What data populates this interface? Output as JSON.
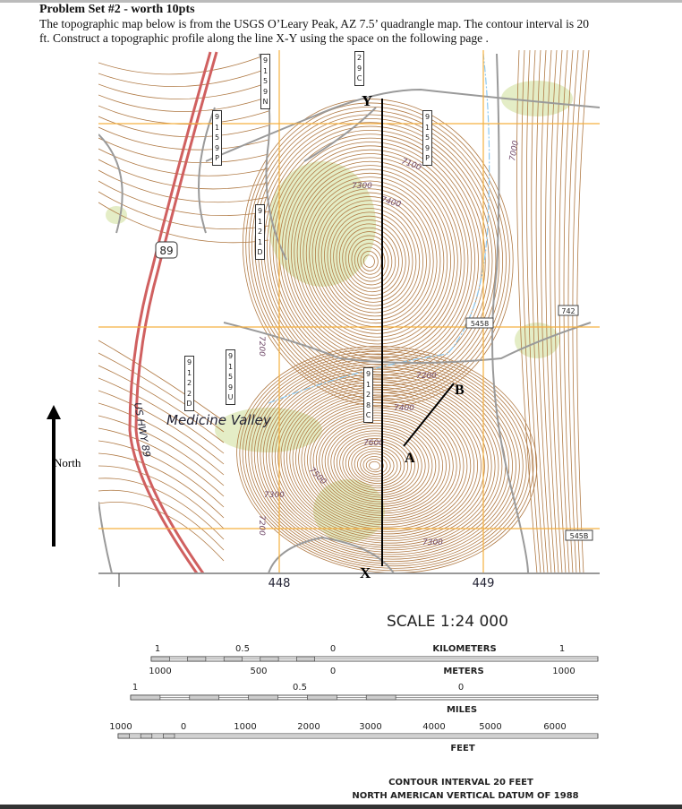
{
  "header": {
    "title": "Problem Set #2 - worth 10pts",
    "line1": "The topographic map below is from the USGS O’Leary Peak, AZ 7.5’ quadrangle map. The contour interval is 20",
    "line2": "ft. Construct a topographic profile along the line X-Y using the space on the following page ."
  },
  "map": {
    "colors": {
      "contour": "#b07a45",
      "grid": "#f5a623",
      "road": "#9a9a9a",
      "highway": "#d06060",
      "vegetation": "#d8e8b0",
      "stream": "#8cc8f0"
    },
    "place_name": "Medicine Valley",
    "highway_label": "US HWY 89",
    "highway_shield": "89",
    "route_markers": [
      "9159N",
      "9159P",
      "9121D",
      "9159P",
      "29C",
      "9122D",
      "9159U",
      "9128C"
    ],
    "box_labels": [
      "5458",
      "742",
      "545B"
    ],
    "contour_labels": [
      "7100",
      "7300",
      "7400",
      "7200",
      "7400",
      "7600",
      "7500",
      "7300",
      "7200",
      "7200",
      "7300",
      "7000"
    ],
    "grid_labels": [
      "448",
      "449"
    ],
    "profile_line": {
      "start": "X",
      "end": "Y"
    },
    "segment": {
      "start": "A",
      "end": "B"
    },
    "north_label": "North"
  },
  "scale": {
    "title": "SCALE 1:24 000",
    "km_labels": [
      "1",
      "0.5",
      "0",
      "1"
    ],
    "km_unit": "KILOMETERS",
    "m_labels": [
      "1000",
      "500",
      "0",
      "1000"
    ],
    "m_unit": "METERS",
    "mi_labels": [
      "1",
      "0.5",
      "0"
    ],
    "mi_unit": "MILES",
    "ft_labels": [
      "1000",
      "0",
      "1000",
      "2000",
      "3000",
      "4000",
      "5000",
      "6000"
    ],
    "ft_unit": "FEET",
    "contour_interval": "CONTOUR INTERVAL 20 FEET",
    "datum": "NORTH AMERICAN VERTICAL DATUM OF 1988"
  }
}
